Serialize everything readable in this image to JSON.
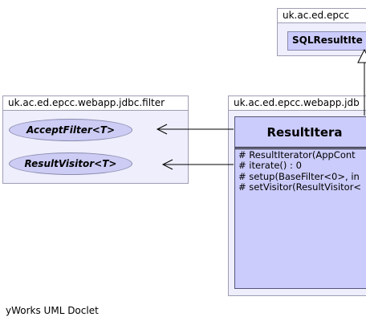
{
  "packages": {
    "filter": {
      "name": "uk.ac.ed.epcc.webapp.jdbc.filter"
    },
    "jdbc": {
      "name": "uk.ac.ed.epcc.webapp.jdb"
    },
    "top": {
      "name": "uk.ac.ed.epcc"
    }
  },
  "interfaces": [
    {
      "label": "AcceptFilter<T>"
    },
    {
      "label": "ResultVisitor<T>"
    }
  ],
  "main_class": {
    "name": "ResultItera",
    "methods": [
      "# ResultIterator(AppCont",
      "# iterate() : 0",
      "# setup(BaseFilter<0>, in",
      "# setVisitor(ResultVisitor<"
    ]
  },
  "superclass": {
    "name": "SQLResultIte"
  },
  "footer": "yWorks UML Doclet"
}
